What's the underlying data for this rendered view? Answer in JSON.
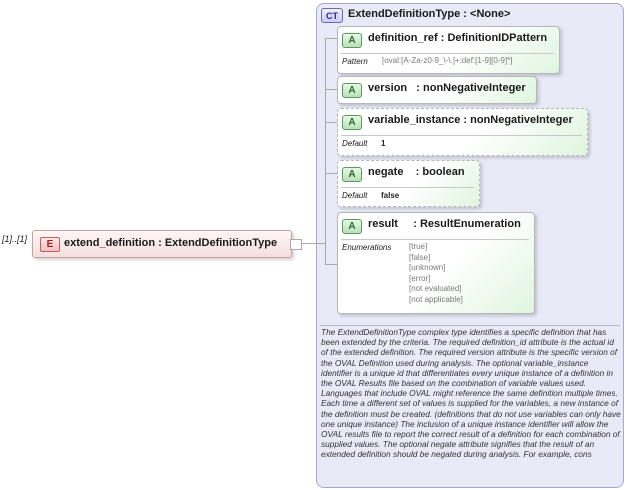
{
  "element": {
    "cardinality": "[1]..[1]",
    "badge": "E",
    "label": "extend_definition : ExtendDefinitionType"
  },
  "complex_type": {
    "badge": "CT",
    "title": "ExtendDefinitionType : <None>"
  },
  "attributes": [
    {
      "badge": "A",
      "label": "definition_ref : DefinitionIDPattern",
      "facet_label": "Pattern",
      "facet_value": "[oval:[A-Za-z0-9_\\-\\.]+:def:[1-9][0-9]*]"
    },
    {
      "badge": "A",
      "label": "version   : nonNegativeInteger"
    },
    {
      "badge": "A",
      "label": "variable_instance : nonNegativeInteger",
      "facet_label": "Default",
      "facet_value": "1"
    },
    {
      "badge": "A",
      "label": "negate    : boolean",
      "facet_label": "Default",
      "facet_value": "false"
    },
    {
      "badge": "A",
      "label": "result     : ResultEnumeration",
      "facet_label": "Enumerations",
      "enumerations": [
        "[true]",
        "[false]",
        "[unknown]",
        "[error]",
        "[not evaluated]",
        "[not applicable]"
      ]
    }
  ],
  "documentation": "The ExtendDefinitionType complex type identifies a specific definition that has been extended by the criteria. The required definition_id attribute is the actual id of the extended definition. The required version attribute is the specific version of the OVAL Definition used during analysis. The optional variable_instance identifier is a unique id that differentiates every unique instance of a definition in the OVAL Results file based on the combination of variable values used. Languages that include OVAL might reference the same definition multiple times. Each time a different set of values is supplied for the variables, a new instance of the definition must be created. (definitions that do not use variables can only have one unique instance) The inclusion of a unique instance identifier will allow the OVAL results file to report the correct result of a definition for each combination of supplied values. The optional negate attribute signifies that the result of an extended definition should be negated during analysis. For example, cons"
}
